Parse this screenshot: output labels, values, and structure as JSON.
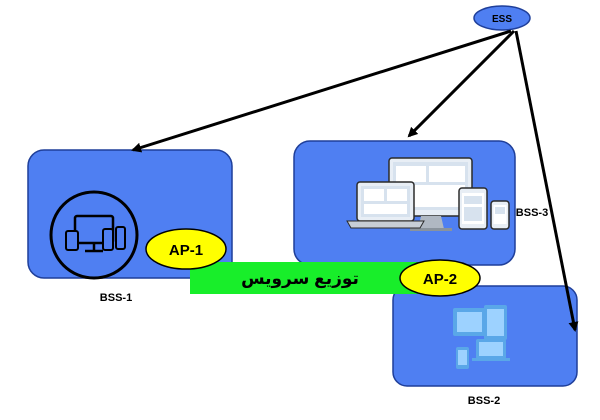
{
  "ess": {
    "label": "ESS"
  },
  "bss1": {
    "label": "BSS-1"
  },
  "bss2": {
    "label": "BSS-2"
  },
  "bss3": {
    "label": "BSS-3"
  },
  "ap1": {
    "label": "AP-1"
  },
  "ap2": {
    "label": "AP-2"
  },
  "distribution": {
    "label": "توزیع سرویس"
  },
  "colors": {
    "box_fill": "#4f7ff2",
    "box_stroke": "#1f3f9a",
    "ap_fill": "#ffff00",
    "bar_fill": "#18ee2a",
    "ess_fill": "#4f7ff2",
    "device_light": "#5aa7e8"
  }
}
